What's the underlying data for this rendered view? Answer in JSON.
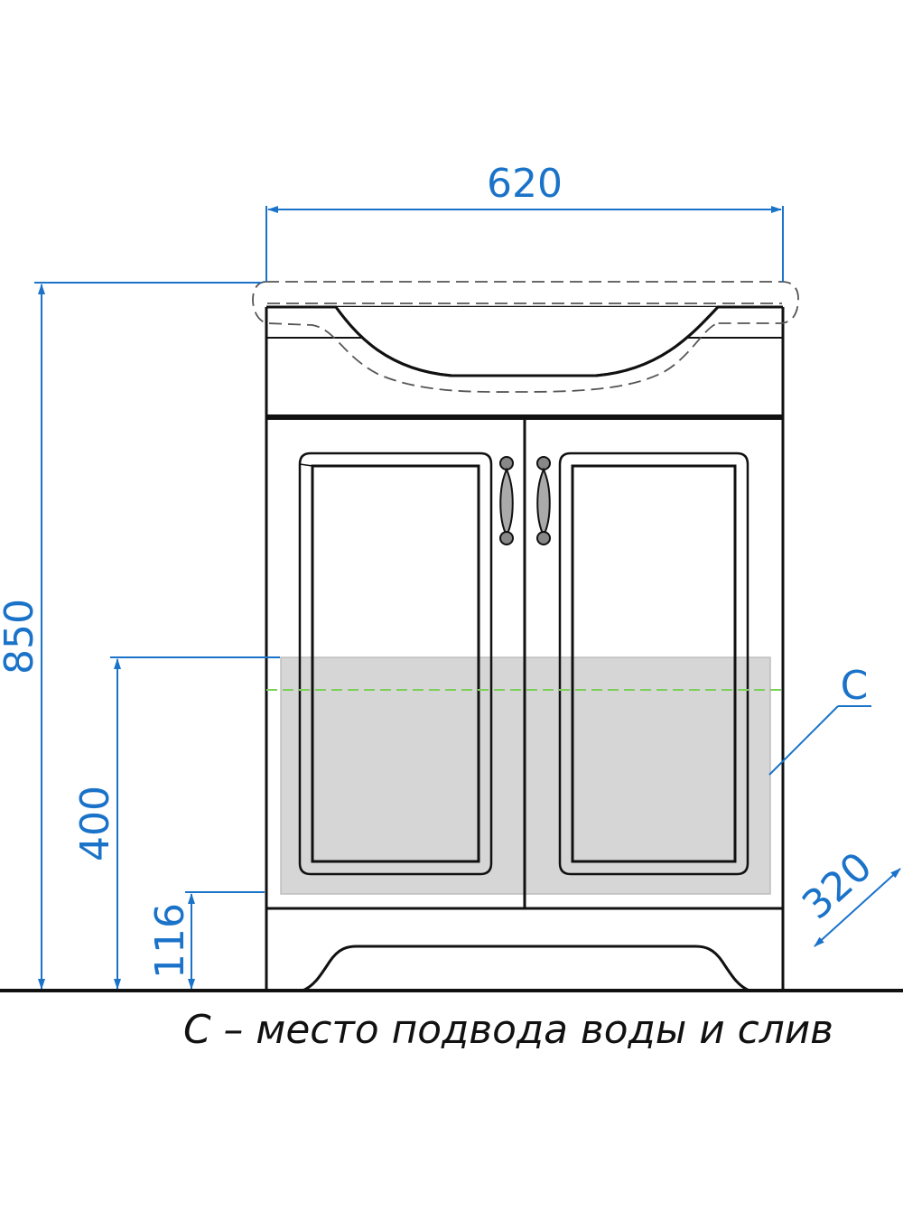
{
  "diagram": {
    "dimensions": {
      "width": "620",
      "height": "850",
      "connection_height": "400",
      "plinth_height": "116",
      "depth": "320"
    },
    "label_c": "C",
    "caption": "С – место подвода воды и слив",
    "colors": {
      "dimension": "#1a73c9",
      "outline": "#111111",
      "connection_zone": "#d6d6d6",
      "connection_line": "#7ccf5a",
      "hidden_lines": "#555555"
    }
  }
}
